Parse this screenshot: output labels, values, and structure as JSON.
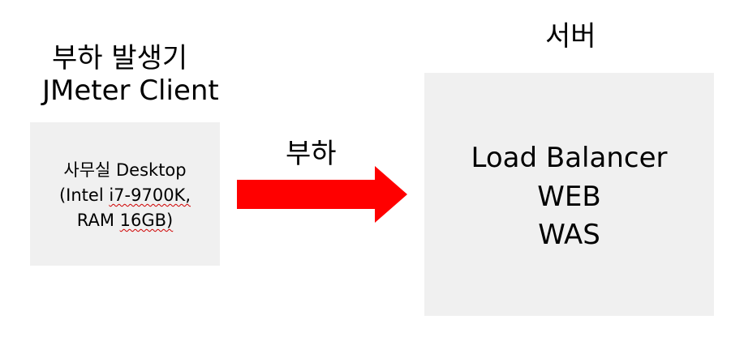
{
  "client": {
    "title_line1": "부하 발생기",
    "title_line2": "JMeter Client",
    "line1": "사무실 Desktop",
    "line2_prefix": "(Intel ",
    "line2_cpu": "i7-9700K,",
    "line3_prefix": "RAM ",
    "line3_ram": "16GB)"
  },
  "arrow": {
    "label": "부하",
    "color": "#ff0000"
  },
  "server": {
    "title": "서버",
    "line1": "Load Balancer",
    "line2": "WEB",
    "line3": "WAS"
  },
  "colors": {
    "box_fill": "#f0f0f0",
    "spellcheck_underline": "#d00000"
  }
}
